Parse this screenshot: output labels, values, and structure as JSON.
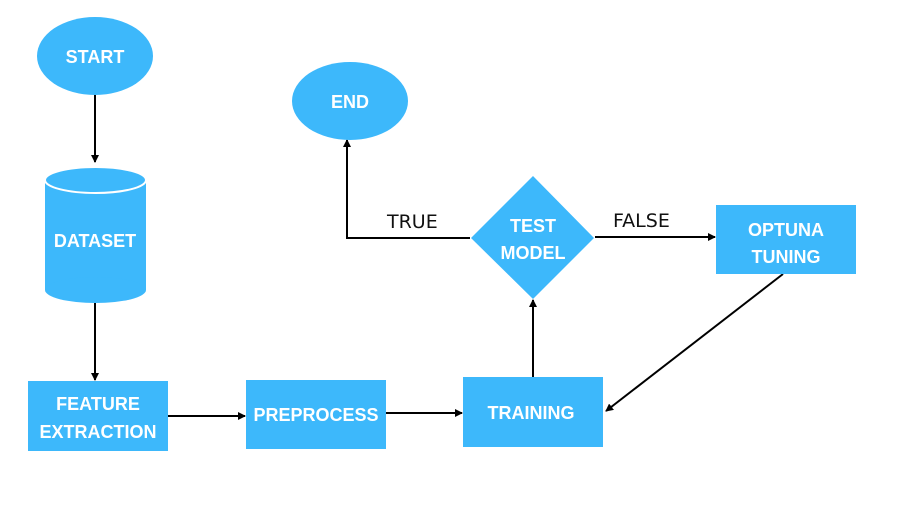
{
  "colors": {
    "node_fill": "#3db8fb",
    "arrow": "#000000",
    "background": "#ffffff"
  },
  "nodes": {
    "start": {
      "shape": "ellipse",
      "lines": [
        "START"
      ]
    },
    "end": {
      "shape": "ellipse",
      "lines": [
        "END"
      ]
    },
    "dataset": {
      "shape": "cylinder",
      "lines": [
        "DATASET"
      ]
    },
    "feature_extraction": {
      "shape": "rectangle",
      "lines": [
        "FEATURE",
        "EXTRACTION"
      ]
    },
    "preprocess": {
      "shape": "rectangle",
      "lines": [
        "PREPROCESS"
      ]
    },
    "training": {
      "shape": "rectangle",
      "lines": [
        "TRAINING"
      ]
    },
    "test_model": {
      "shape": "diamond",
      "lines": [
        "TEST",
        "MODEL"
      ]
    },
    "optuna_tuning": {
      "shape": "rectangle",
      "lines": [
        "OPTUNA",
        "TUNING"
      ]
    }
  },
  "edges": {
    "true_label": "TRUE",
    "false_label": "FALSE",
    "list": [
      {
        "from": "START",
        "to": "DATASET"
      },
      {
        "from": "DATASET",
        "to": "FEATURE EXTRACTION"
      },
      {
        "from": "FEATURE EXTRACTION",
        "to": "PREPROCESS"
      },
      {
        "from": "PREPROCESS",
        "to": "TRAINING"
      },
      {
        "from": "TRAINING",
        "to": "TEST MODEL"
      },
      {
        "from": "TEST MODEL",
        "to": "END",
        "label": "TRUE"
      },
      {
        "from": "TEST MODEL",
        "to": "OPTUNA TUNING",
        "label": "FALSE"
      },
      {
        "from": "OPTUNA TUNING",
        "to": "TRAINING"
      }
    ]
  }
}
